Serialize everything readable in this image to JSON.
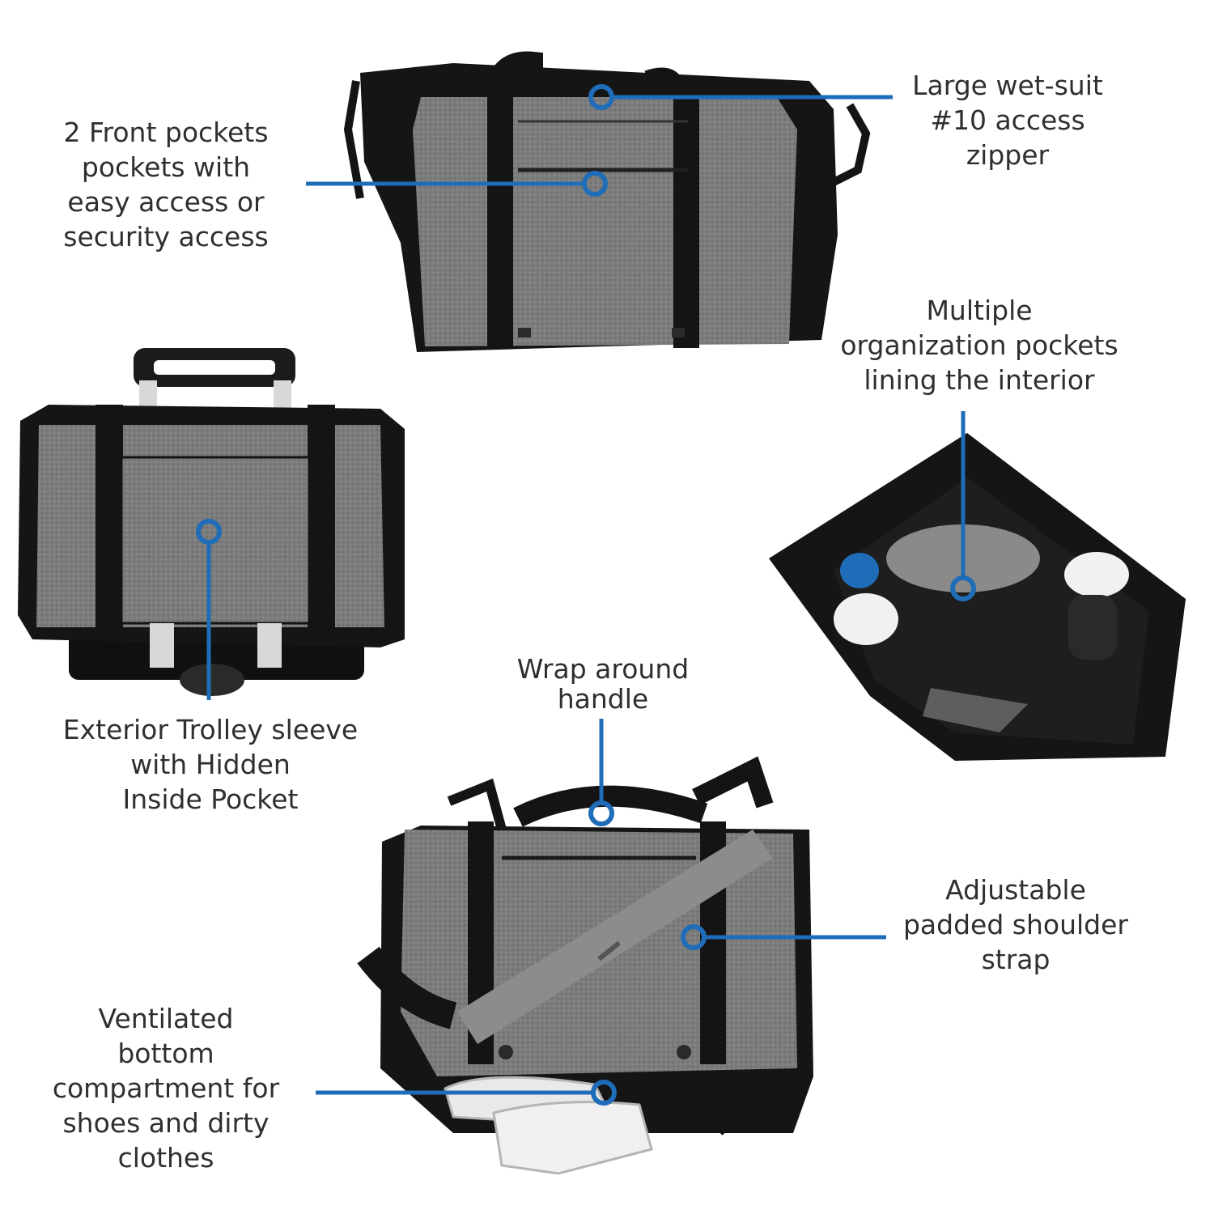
{
  "colors": {
    "callout": "#1f6cb8",
    "text": "#2f2f2f",
    "fabric_gray": "#7b7b7b",
    "fabric_black": "#161616"
  },
  "callouts": {
    "front_pockets": {
      "lines": [
        "2 Front pockets",
        "pockets with",
        "easy access or",
        "security access"
      ]
    },
    "zipper": {
      "lines": [
        "Large wet-suit",
        "#10 access",
        "zipper"
      ]
    },
    "organization": {
      "lines": [
        "Multiple",
        "organization pockets",
        "lining the interior"
      ]
    },
    "trolley": {
      "lines": [
        "Exterior Trolley sleeve",
        "with Hidden",
        "Inside Pocket"
      ]
    },
    "handle": {
      "lines": [
        "Wrap around",
        "handle"
      ]
    },
    "strap": {
      "lines": [
        "Adjustable",
        "padded shoulder",
        "strap"
      ]
    },
    "ventilated": {
      "lines": [
        "Ventilated",
        "bottom",
        "compartment for",
        "shoes and dirty",
        "clothes"
      ]
    }
  }
}
